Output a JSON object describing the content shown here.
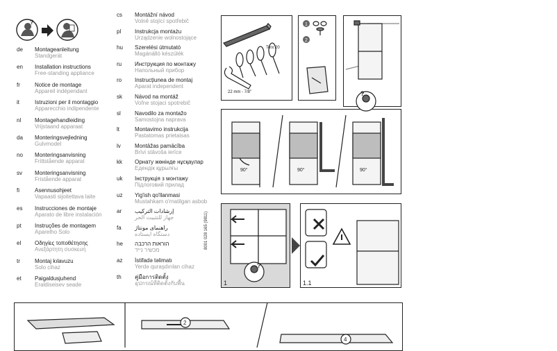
{
  "languages_left": [
    {
      "code": "de",
      "title": "Montageanleitung",
      "subtitle": "Standgerät"
    },
    {
      "code": "en",
      "title": "Installation instructions",
      "subtitle": "Free-standing appliance"
    },
    {
      "code": "fr",
      "title": "Notice de montage",
      "subtitle": "Appareil indépendant"
    },
    {
      "code": "it",
      "title": "Istruzioni per il montaggio",
      "subtitle": "Apparecchio indipendente"
    },
    {
      "code": "nl",
      "title": "Montagehandleiding",
      "subtitle": "Vrijstaand apparaat"
    },
    {
      "code": "da",
      "title": "Monteringsvejledning",
      "subtitle": "Gulvmodel"
    },
    {
      "code": "no",
      "title": "Monteringsanvisning",
      "subtitle": "Frittstående apparat"
    },
    {
      "code": "sv",
      "title": "Monteringsanvisning",
      "subtitle": "Fristående  apparat"
    },
    {
      "code": "fi",
      "title": "Asennusohjeet",
      "subtitle": "Vapaasti sijoitettava laite"
    },
    {
      "code": "es",
      "title": "Instrucciones de montaje",
      "subtitle": "Aparato de libre instalación"
    },
    {
      "code": "pt",
      "title": "Instruções de montagem",
      "subtitle": "Aparelho Solo"
    },
    {
      "code": "el",
      "title": "Οδηγίες τοποθέτησης",
      "subtitle": "Ανεξάρτητη συσκευή"
    },
    {
      "code": "tr",
      "title": "Montaj kılavuzu",
      "subtitle": "Solo cihaz"
    },
    {
      "code": "et",
      "title": "Paigaldusjuhend",
      "subtitle": "Eraldiseisev seade"
    }
  ],
  "languages_right": [
    {
      "code": "cs",
      "title": "Montážní návod",
      "subtitle": "Volně stojící spotřebič"
    },
    {
      "code": "pl",
      "title": "Instrukcja montażu",
      "subtitle": "Urządzenie wolnostojące"
    },
    {
      "code": "hu",
      "title": "Szerelési útmutató",
      "subtitle": "Magánálló készülék"
    },
    {
      "code": "ru",
      "title": "Инструкция по монтажу",
      "subtitle": "Напольный прибор"
    },
    {
      "code": "ro",
      "title": "Instrucțiunea de montaj",
      "subtitle": "Aparat independent"
    },
    {
      "code": "sk",
      "title": "Návod na montáž",
      "subtitle": "Voľne stojaci spotrebič"
    },
    {
      "code": "sl",
      "title": "Navodilo za montažo",
      "subtitle": "Samostojna naprava"
    },
    {
      "code": "lt",
      "title": "Montavimo instrukcija",
      "subtitle": "Pastatomas prietaisas"
    },
    {
      "code": "lv",
      "title": "Montāžas pamācība",
      "subtitle": "Brīvi stāvoša ierīce"
    },
    {
      "code": "kk",
      "title": "Орнату жөнінде нұсқаулар",
      "subtitle": "Едендік құрылғы"
    },
    {
      "code": "uk",
      "title": "Інструкція з монтажу",
      "subtitle": "Підлоговий прилад"
    },
    {
      "code": "uz",
      "title": "Yig'ish qo'llanmasi",
      "subtitle": "Mustahkam o'rnatilgan asbob"
    },
    {
      "code": "ar",
      "title": "إرشادات التركيب",
      "subtitle": "جهاز للتثبيت الحر"
    },
    {
      "code": "fa",
      "title": "راهنمای مونتاژ",
      "subtitle": "دستگاه ایستاده"
    },
    {
      "code": "he",
      "title": "הוראות הרכבה",
      "subtitle": "מכשיר נייד"
    },
    {
      "code": "az",
      "title": "İstifadə təlimatı",
      "subtitle": "Yerdə quraşdırılan cihaz"
    },
    {
      "code": "th",
      "title": "คู่มือการติดตั้ง",
      "subtitle": "อุปกรณ์ที่ติดตั้งกับพื้น"
    }
  ],
  "document_ref": "8001 028 165 (9811)",
  "figure_labels": {
    "torx": "Torx 20",
    "wrench_size": "22 mm - 7/8\"",
    "step_1": "1",
    "step_2": "2",
    "angle": "90°",
    "panel_1": "1",
    "panel_1_1": "1.1",
    "bottom_2": "2",
    "bottom_4": "4"
  }
}
